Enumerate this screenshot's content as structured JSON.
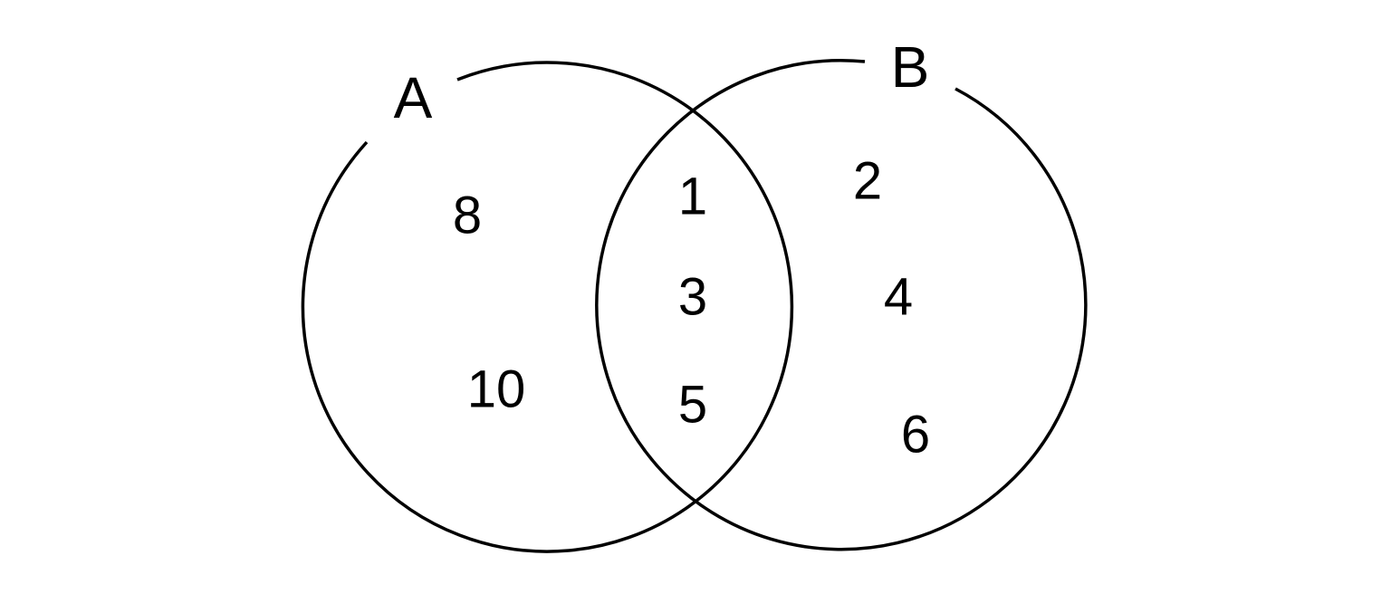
{
  "diagram": {
    "type": "venn",
    "sets": [
      {
        "label": "A",
        "only": [
          "8",
          "10"
        ]
      },
      {
        "label": "B",
        "only": [
          "2",
          "4",
          "6"
        ]
      }
    ],
    "intersection": [
      "1",
      "3",
      "5"
    ],
    "stroke_color": "#000000",
    "background": "#ffffff"
  }
}
